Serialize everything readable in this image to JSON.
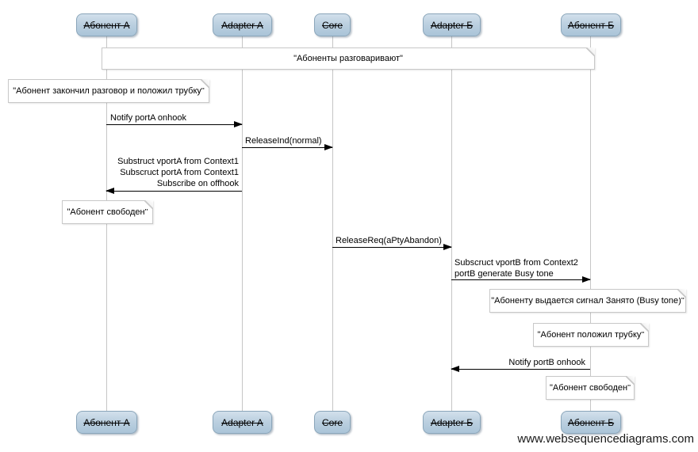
{
  "diagram": {
    "actors": [
      "Абонент А",
      "Adapter A",
      "Core",
      "Adapter Б",
      "Абонент Б"
    ],
    "banner": "\"Абоненты разговаривают\"",
    "notes": {
      "call_ended": "\"Абонент закончил разговор и положил трубку\"",
      "subscriber_a_free": "\"Абонент свободен\"",
      "busy_tone": "\"Абоненту выдается сигнал Занято (Busy tone)\"",
      "hung_up": "\"Абонент положил трубку\"",
      "subscriber_b_free": "\"Абонент свободен\""
    },
    "messages": [
      {
        "lines": [
          "Notify portA onhook"
        ]
      },
      {
        "lines": [
          "ReleaseInd(normal)"
        ]
      },
      {
        "lines": [
          "Substruct vportA from Context1",
          "Subscruct portA from Context1",
          "Subscribe on offhook"
        ]
      },
      {
        "lines": [
          "ReleaseReq(aPtyAbandon)"
        ]
      },
      {
        "lines": [
          "Subscruct vportB from Context2",
          "portB generate Busy tone"
        ]
      },
      {
        "lines": [
          "Notify portB onhook"
        ]
      }
    ],
    "watermark": "www.websequencediagrams.com",
    "colors": {
      "actor_fill_top": "#d2e0ec",
      "actor_fill_bottom": "#aac4d8",
      "actor_border": "#8ba6ba",
      "lifeline": "#c6c6c6",
      "note_border": "#c8c8c8",
      "note_fill": "#ffffff",
      "arrow": "#000000",
      "background": "#ffffff"
    }
  }
}
